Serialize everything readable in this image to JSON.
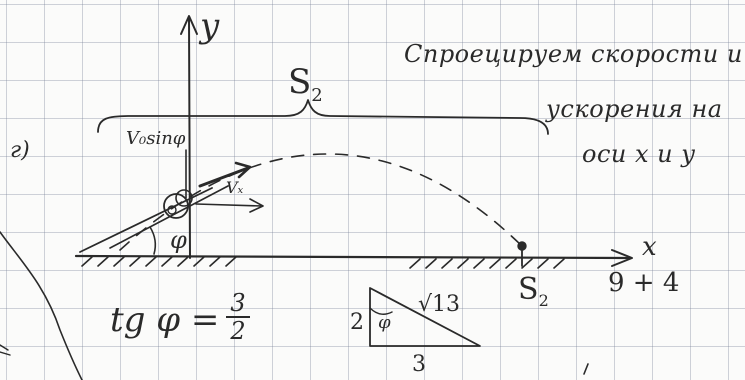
{
  "labels": {
    "y_axis": "y",
    "x_axis": "x",
    "s2_top": "S",
    "s2_top_sub": "2",
    "s2_bottom": "S",
    "s2_bottom_sub": "2",
    "item_letter": "г)",
    "v0_sin": "V₀sinφ",
    "vx_label": "Vₓ",
    "phi_angle": "φ",
    "tg_formula": "tg φ =",
    "frac_num": "3",
    "frac_den": "2",
    "x_sum": "9 + 4",
    "tri_side_left": "2",
    "tri_hyp": "√13",
    "tri_phi": "φ",
    "tri_base": "3"
  },
  "note_lines": [
    "Спроецируем скорости и",
    "ускорения на",
    "оси x и y"
  ],
  "colors": {
    "ink": "#2a2a2a",
    "grid": "#9aa0aa",
    "paper": "#fbfbfa"
  }
}
